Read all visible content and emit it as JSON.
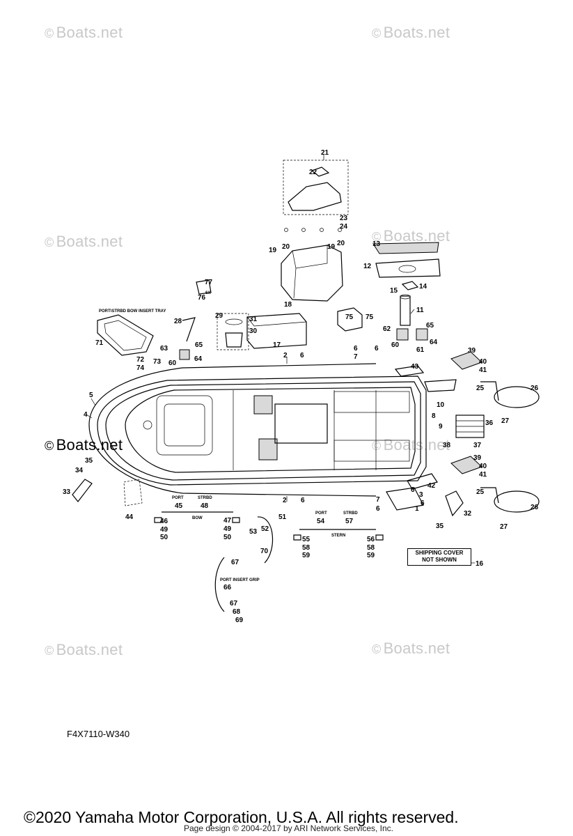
{
  "watermarks": {
    "text": "Boats.net",
    "symbol": "©"
  },
  "diagram_code": "F4X7110-W340",
  "copyright": "©2020 Yamaha Motor Corporation, U.S.A. All rights reserved.",
  "page_design": "Page design © 2004-2017 by ARI Network Services, Inc.",
  "notes": {
    "shipping_cover": [
      "SHIPPING COVER",
      "NOT SHOWN"
    ],
    "tray": "PORT\\STRBD BOW INSERT TRAY",
    "grip": "PORT INSERT GRIP",
    "port": "PORT",
    "strbd": "STRBD",
    "bow": "BOW",
    "stern": "STERN",
    "qty_6x": "6X"
  },
  "callouts": [
    "1",
    "2",
    "3",
    "4",
    "5",
    "6",
    "7",
    "8",
    "9",
    "10",
    "11",
    "12",
    "13",
    "14",
    "15",
    "16",
    "17",
    "18",
    "19",
    "20",
    "21",
    "22",
    "23",
    "24",
    "25",
    "26",
    "27",
    "28",
    "29",
    "30",
    "31",
    "32",
    "33",
    "34",
    "35",
    "36",
    "37",
    "38",
    "39",
    "40",
    "41",
    "42",
    "43",
    "44",
    "45",
    "46",
    "47",
    "48",
    "49",
    "50",
    "51",
    "52",
    "53",
    "54",
    "55",
    "56",
    "57",
    "58",
    "59",
    "60",
    "61",
    "62",
    "63",
    "64",
    "65",
    "66",
    "67",
    "68",
    "69",
    "70",
    "71",
    "72",
    "73",
    "74",
    "75",
    "76",
    "77"
  ]
}
